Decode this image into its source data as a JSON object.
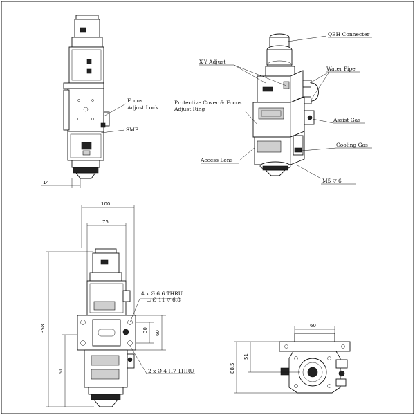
{
  "labels": {
    "qbh_connector": "QBH Connecter",
    "xy_adjust": "X-Y Adjust",
    "water_pipe": "Water Pipe",
    "protective_cover_1": "Protective Cover & Focus",
    "protective_cover_2": "Adjust Ring",
    "focus_lock_1": "Focus",
    "focus_lock_2": "Adjust Lock",
    "smb": "SMB",
    "assist_gas": "Assist Gas",
    "cooling_gas": "Cooling Gas",
    "access_lens": "Access Lens",
    "m5_thread": "M5  ▽ 6",
    "holes_4x_1": "4 x Ø 6.6 THRU",
    "holes_4x_2": "⌴ Ø 11 ▽ 6.8",
    "holes_2x": "2 x Ø 4  H7 THRU"
  },
  "dimensions": {
    "d14": "14",
    "d100": "100",
    "d75": "75",
    "d358": "358",
    "d161": "161",
    "d30": "30",
    "d60v": "60",
    "d60h": "60",
    "d51": "51",
    "d88_5": "88.5"
  }
}
